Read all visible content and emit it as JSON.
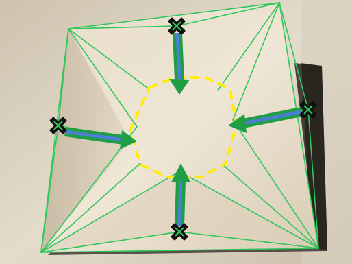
{
  "image": {
    "description_kind": "photo",
    "subject": "origami-folding-diagram",
    "palette": {
      "background_wall": "#d7cfbe",
      "background_wall_light": "#e8e1d2",
      "paper": "#e3d8c4",
      "paper_shadow": "#b9ad97",
      "fold_lines": "#2fc65a",
      "arrow_outer": "#1f9e45",
      "arrow_inner": "#4a7fd1",
      "center_outline": "#ffee00",
      "marker_bg": "#101010",
      "marker_x": "#2fc65a"
    }
  },
  "annotations": {
    "markers": [
      {
        "id": "top",
        "shape": "x-marker"
      },
      {
        "id": "left",
        "shape": "x-marker"
      },
      {
        "id": "right",
        "shape": "x-marker"
      },
      {
        "id": "bottom",
        "shape": "x-marker"
      }
    ],
    "arrows": [
      {
        "id": "down-from-top",
        "direction": "down"
      },
      {
        "id": "right-from-left",
        "direction": "right"
      },
      {
        "id": "left-from-right",
        "direction": "left"
      },
      {
        "id": "up-from-bottom",
        "direction": "up"
      }
    ],
    "center_shape": "dashed-octagon"
  }
}
